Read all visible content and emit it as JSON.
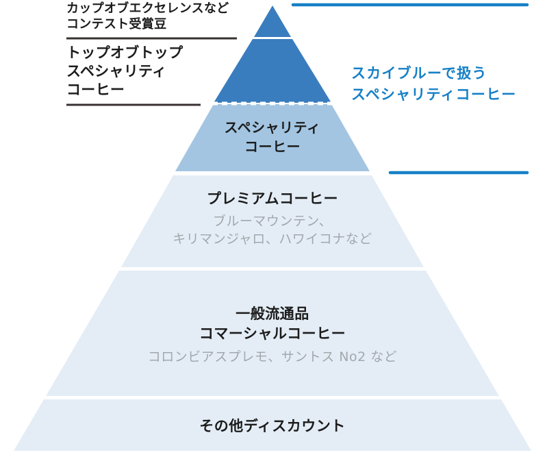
{
  "colors": {
    "dark_blue": "#3a7dbe",
    "medium_blue": "#a3c5e1",
    "light_blue": "#e4edf6",
    "accent_blue": "#1680c6",
    "underline_black": "#383131",
    "text_black": "#1c1c1c",
    "text_gray": "#a2a7ac"
  },
  "annotations": {
    "top_note": {
      "lines": [
        "カップオブエクセレンスなど",
        "コンテスト受賞豆"
      ]
    },
    "left_label": {
      "lines": [
        "トップオブトップ",
        "スペシャリティ",
        "コーヒー"
      ]
    },
    "right_callout": {
      "lines": [
        "スカイブルーで扱う",
        "スペシャリティコーヒー"
      ]
    }
  },
  "pyramid": {
    "tiers": [
      {
        "name": "contest-winning-beans",
        "color": "dark_blue",
        "title_lines": []
      },
      {
        "name": "top-of-top-specialty",
        "color": "dark_blue",
        "title_lines": []
      },
      {
        "name": "specialty",
        "color": "medium_blue",
        "title_lines": [
          "スペシャリティ",
          "コーヒー"
        ]
      },
      {
        "name": "premium",
        "color": "light_blue",
        "title_lines": [
          "プレミアムコーヒー"
        ],
        "subtitle_lines": [
          "ブルーマウンテン、",
          "キリマンジャロ、ハワイコナなど"
        ]
      },
      {
        "name": "commercial",
        "color": "light_blue",
        "title_lines": [
          "一般流通品",
          "コマーシャルコーヒー"
        ],
        "subtitle_lines": [
          "コロンビアスプレモ、サントス No2 など"
        ]
      },
      {
        "name": "discount",
        "color": "light_blue",
        "title_lines": [
          "その他ディスカウント"
        ]
      }
    ]
  }
}
